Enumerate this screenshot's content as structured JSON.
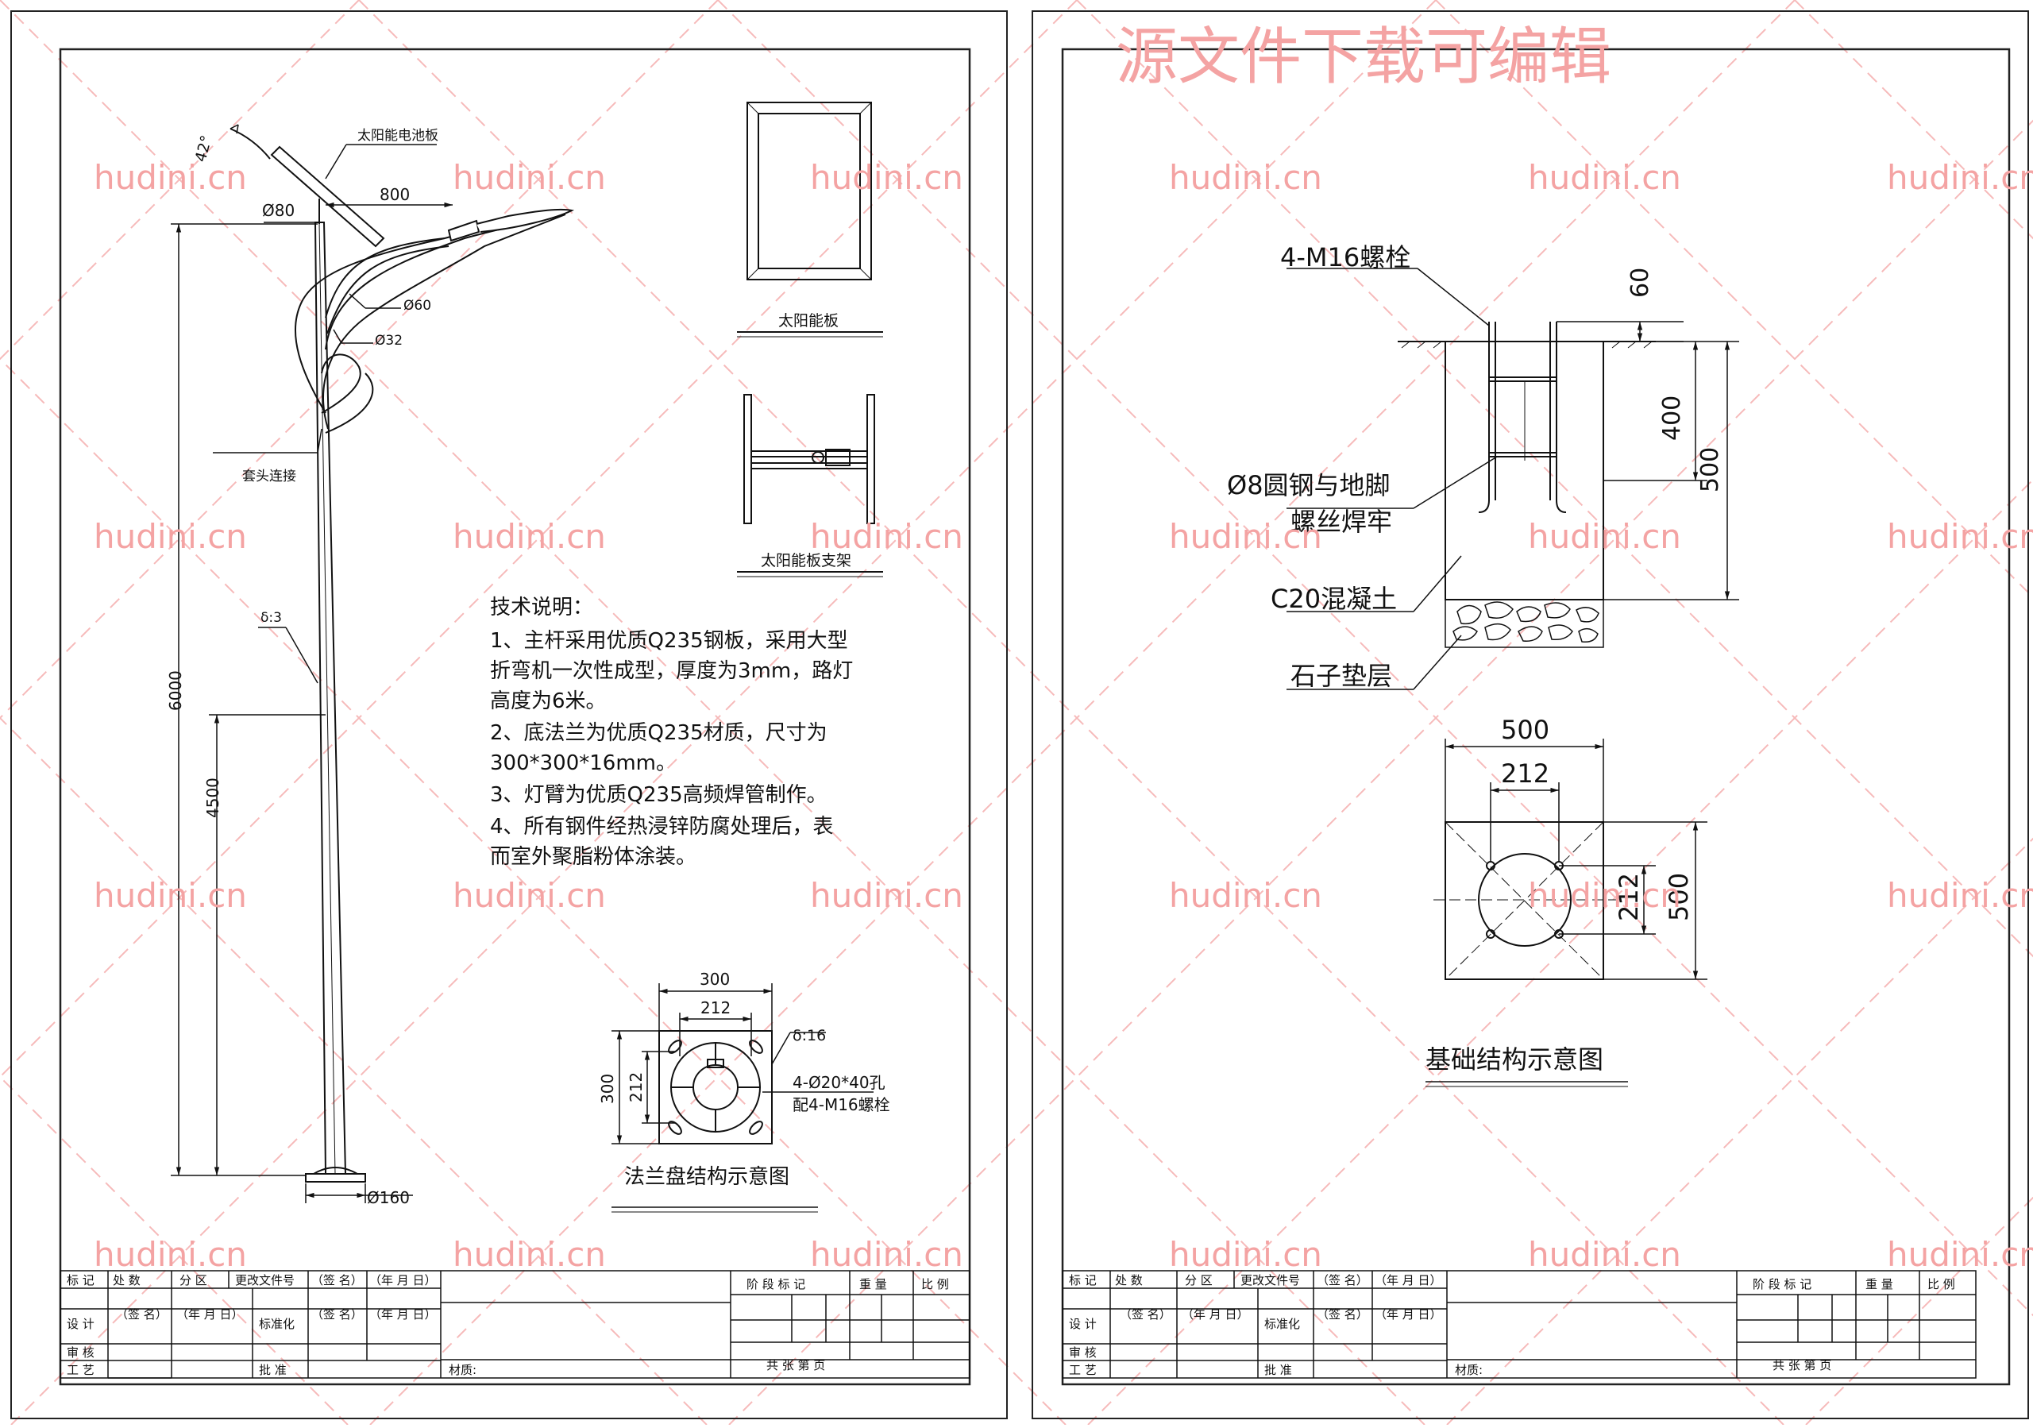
{
  "watermark": {
    "title": "源文件下载可编辑",
    "site": "hudini.cn",
    "color": "#f4a3a3"
  },
  "sheet1": {
    "pole": {
      "panel_label": "太阳能电池板",
      "angle": "42°",
      "dia_top": "Ø80",
      "arm_len": "800",
      "dia_arm": "Ø60",
      "dia_arm2": "Ø32",
      "lamp_conn": "套头连接",
      "thickness": "δ:3",
      "height_total": "6000",
      "height_lower": "4500",
      "dia_base": "Ø160"
    },
    "panel": {
      "caption": "太阳能板"
    },
    "bracket": {
      "caption": "太阳能板支架"
    },
    "notes": {
      "heading": "技术说明：",
      "lines": [
        "1、主杆采用优质Q235钢板，采用大型",
        "折弯机一次性成型，厚度为3mm，路灯",
        "高度为6米。",
        "2、底法兰为优质Q235材质，尺寸为",
        "300*300*16mm。",
        "3、灯臂为优质Q235高频焊管制作。",
        "4、所有钢件经热浸锌防腐处理后，表",
        "而室外聚脂粉体涂装。"
      ]
    },
    "flange": {
      "w_outer": "300",
      "w_inner": "212",
      "h_outer": "300",
      "h_inner": "212",
      "thickness": "δ:16",
      "holes": "4-Ø20*40孔",
      "bolts": "配4-M16螺栓",
      "caption": "法兰盘结构示意图"
    }
  },
  "sheet2": {
    "foundation": {
      "bolts": "4-M16螺栓",
      "d60": "60",
      "d400": "400",
      "d500": "500",
      "steel_line1": "Ø8圆钢与地脚",
      "steel_line2": "螺丝焊牢",
      "concrete": "C20混凝土",
      "gravel": "石子垫层"
    },
    "plan": {
      "w500": "500",
      "w212": "212",
      "h212": "212",
      "h500": "500",
      "caption": "基础结构示意图"
    }
  },
  "title_block": {
    "r1": [
      "标 记",
      "处 数",
      "分 区",
      "更改文件号",
      "（签 名）",
      "（年 月 日）"
    ],
    "design": "设 计",
    "design_sign": "（签 名）",
    "design_date": "（年 月 日）",
    "standard": "标准化",
    "std_sign": "（签 名）",
    "std_date": "（年 月 日）",
    "review": "审 核",
    "process": "工 艺",
    "approve": "批 准",
    "material": "材质:",
    "stage": "阶 段 标 记",
    "weight": "重 量",
    "scale": "比 例",
    "sheets": "共    张    第    页"
  }
}
